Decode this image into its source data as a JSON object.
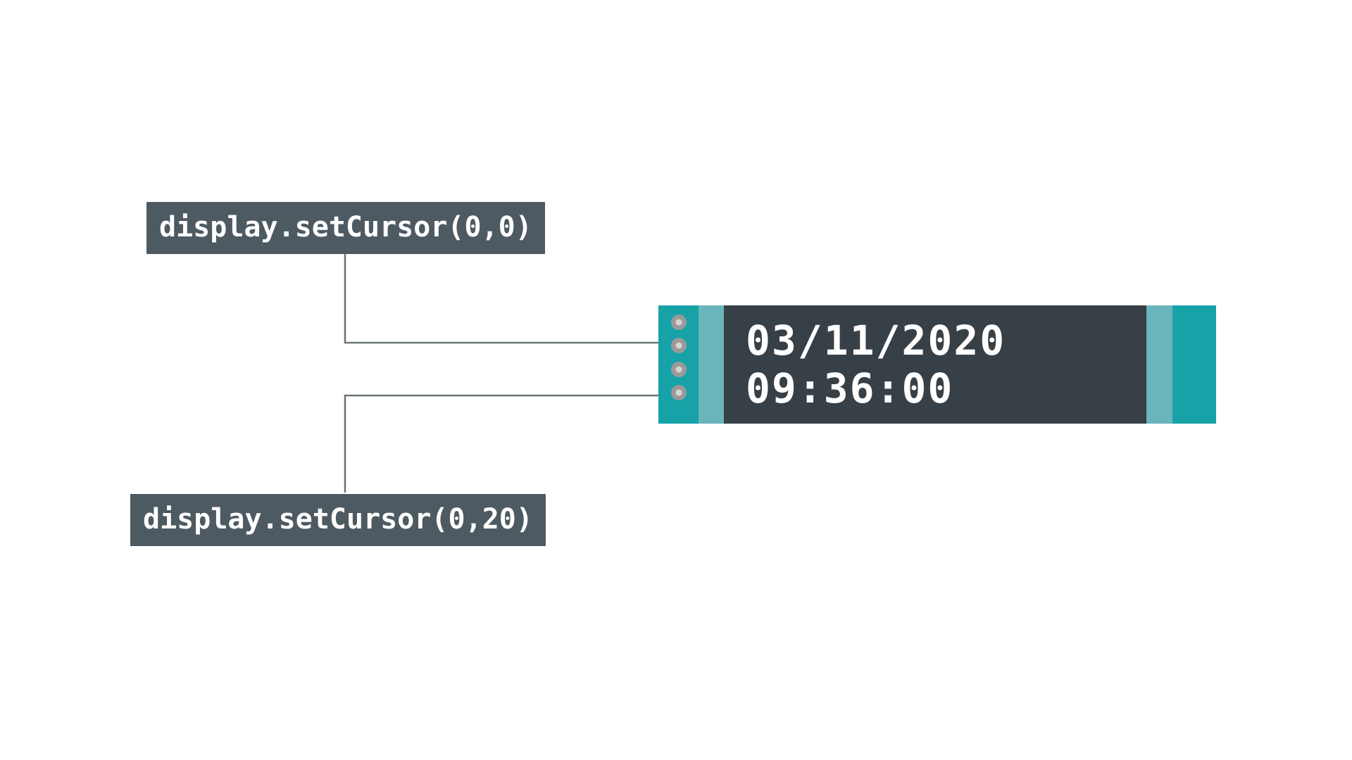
{
  "diagram": {
    "title": "display.setCursor annotation diagram",
    "background_color": "#ffffff"
  },
  "annotations": [
    {
      "id": "cursor-origin",
      "label": "display.setCursor(0,0)",
      "background_color": "#4e5a61",
      "text_color": "#ffffff",
      "points_to": "screen-line-1"
    },
    {
      "id": "cursor-second-line",
      "label": "display.setCursor(0,20)",
      "background_color": "#4e5a61",
      "text_color": "#ffffff",
      "points_to": "screen-line-2"
    }
  ],
  "leader_lines": {
    "color": "#6a7378",
    "width": 2.5,
    "paths": [
      "M 490 305 L 490 487 L 1060 487",
      "M 490 562 L 1060 562 M 490 562 L 490 700"
    ]
  },
  "display_module": {
    "name": "oled-display-module",
    "bezel": {
      "dark_color": "#17a2a8",
      "light_color": "#6ab5bb"
    },
    "screen": {
      "background_color": "#373f47",
      "text_color": "#ffffff",
      "lines": [
        {
          "id": "line-1",
          "text": "03/11/2020",
          "cursor": "0,0"
        },
        {
          "id": "line-2",
          "text": "09:36:00",
          "cursor": "0,20"
        }
      ]
    },
    "screws": {
      "count": 4,
      "color": "#9a9a9a",
      "highlight_color": "#d6d6d6"
    }
  }
}
